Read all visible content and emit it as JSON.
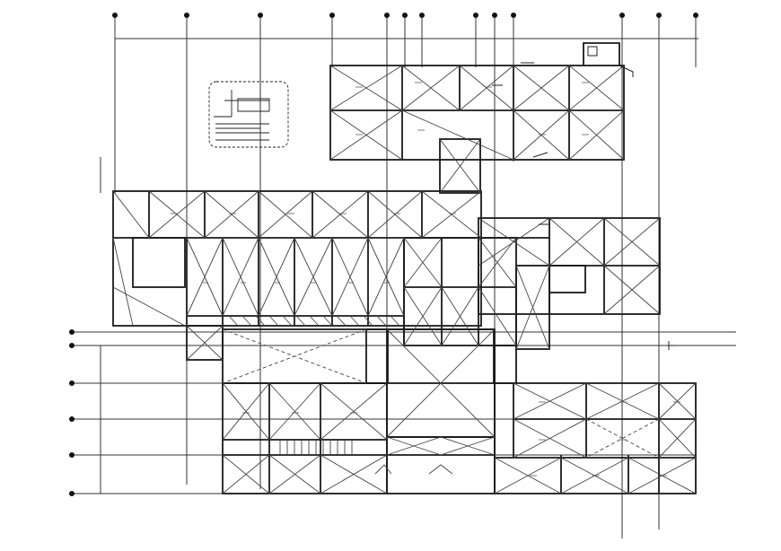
{
  "drawing": {
    "kind": "framing-plan",
    "grid_axes": {
      "vertical_count": 14,
      "horizontal_count": 5
    },
    "colors": {
      "background": "#ffffff",
      "linework": "#1a1a1a",
      "gridline": "#333333",
      "dimension_tick": "#d8c000",
      "hatch": "#444444"
    },
    "notes": [
      "detail-callout-box",
      "section-marker-top-right"
    ]
  }
}
